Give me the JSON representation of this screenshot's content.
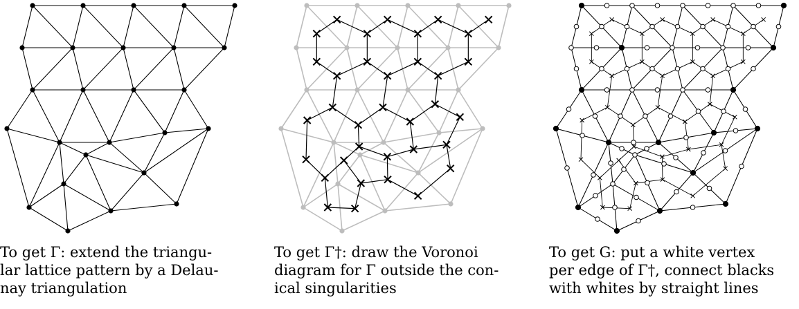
{
  "captions": [
    {
      "id": "gamma",
      "lines": [
        "To get Γ: extend the triangu-",
        "lar lattice pattern by a Delau-",
        "nay triangulation"
      ]
    },
    {
      "id": "gamma-dagger",
      "lines": [
        "To get Γ†: draw the Voronoi",
        "diagram for Γ outside the con-",
        "ical singularities"
      ]
    },
    {
      "id": "g",
      "lines": [
        "To get G: put a white vertex",
        "per edge of Γ†, connect blacks",
        "with whites by straight lines"
      ]
    }
  ],
  "colors": {
    "black": "#000000",
    "light_gray": "#bdbdbd",
    "white": "#ffffff"
  }
}
